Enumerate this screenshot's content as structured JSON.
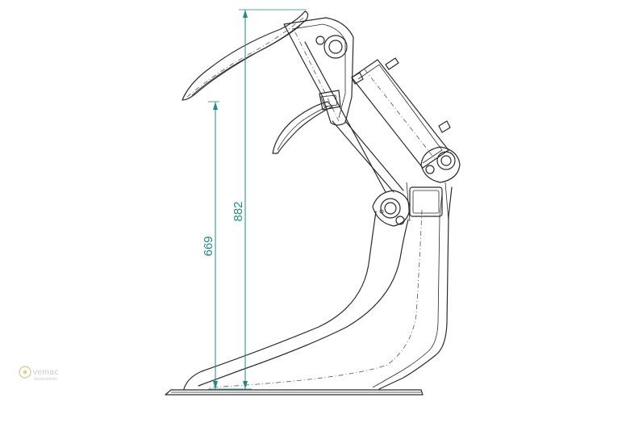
{
  "dimensions": {
    "overall_height": "882",
    "tine_height": "669"
  },
  "watermark": {
    "brand": "vemac",
    "tagline": "Maskinteknik"
  },
  "colors": {
    "dimension": "#1f8a87",
    "outline": "#2a2a2a",
    "watermark": "#d4d4d4"
  }
}
